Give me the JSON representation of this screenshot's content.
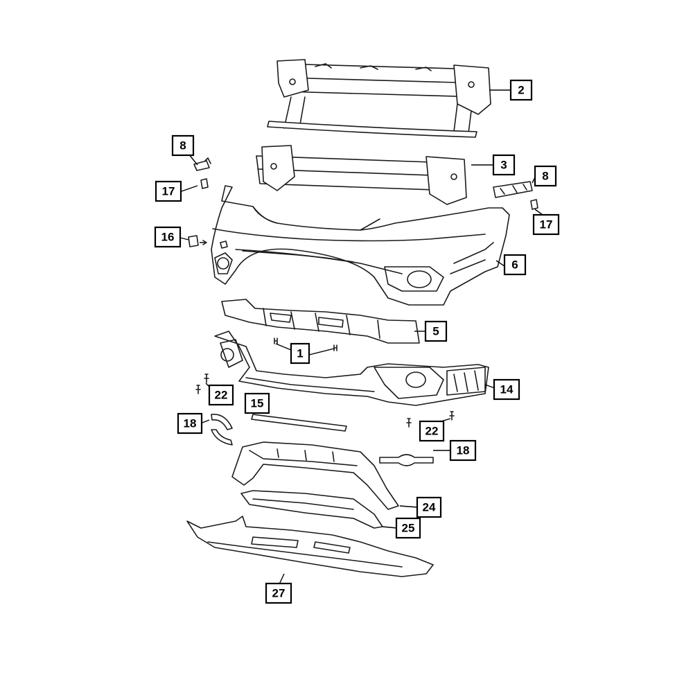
{
  "callouts": [
    {
      "id": "c2",
      "label": "2"
    },
    {
      "id": "c3",
      "label": "3"
    },
    {
      "id": "c8a",
      "label": "8"
    },
    {
      "id": "c8b",
      "label": "8"
    },
    {
      "id": "c17a",
      "label": "17"
    },
    {
      "id": "c17b",
      "label": "17"
    },
    {
      "id": "c16",
      "label": "16"
    },
    {
      "id": "c6",
      "label": "6"
    },
    {
      "id": "c5",
      "label": "5"
    },
    {
      "id": "c1",
      "label": "1"
    },
    {
      "id": "c14",
      "label": "14"
    },
    {
      "id": "c22a",
      "label": "22"
    },
    {
      "id": "c22b",
      "label": "22"
    },
    {
      "id": "c15",
      "label": "15"
    },
    {
      "id": "c18a",
      "label": "18"
    },
    {
      "id": "c18b",
      "label": "18"
    },
    {
      "id": "c24",
      "label": "24"
    },
    {
      "id": "c25",
      "label": "25"
    },
    {
      "id": "c27",
      "label": "27"
    }
  ]
}
